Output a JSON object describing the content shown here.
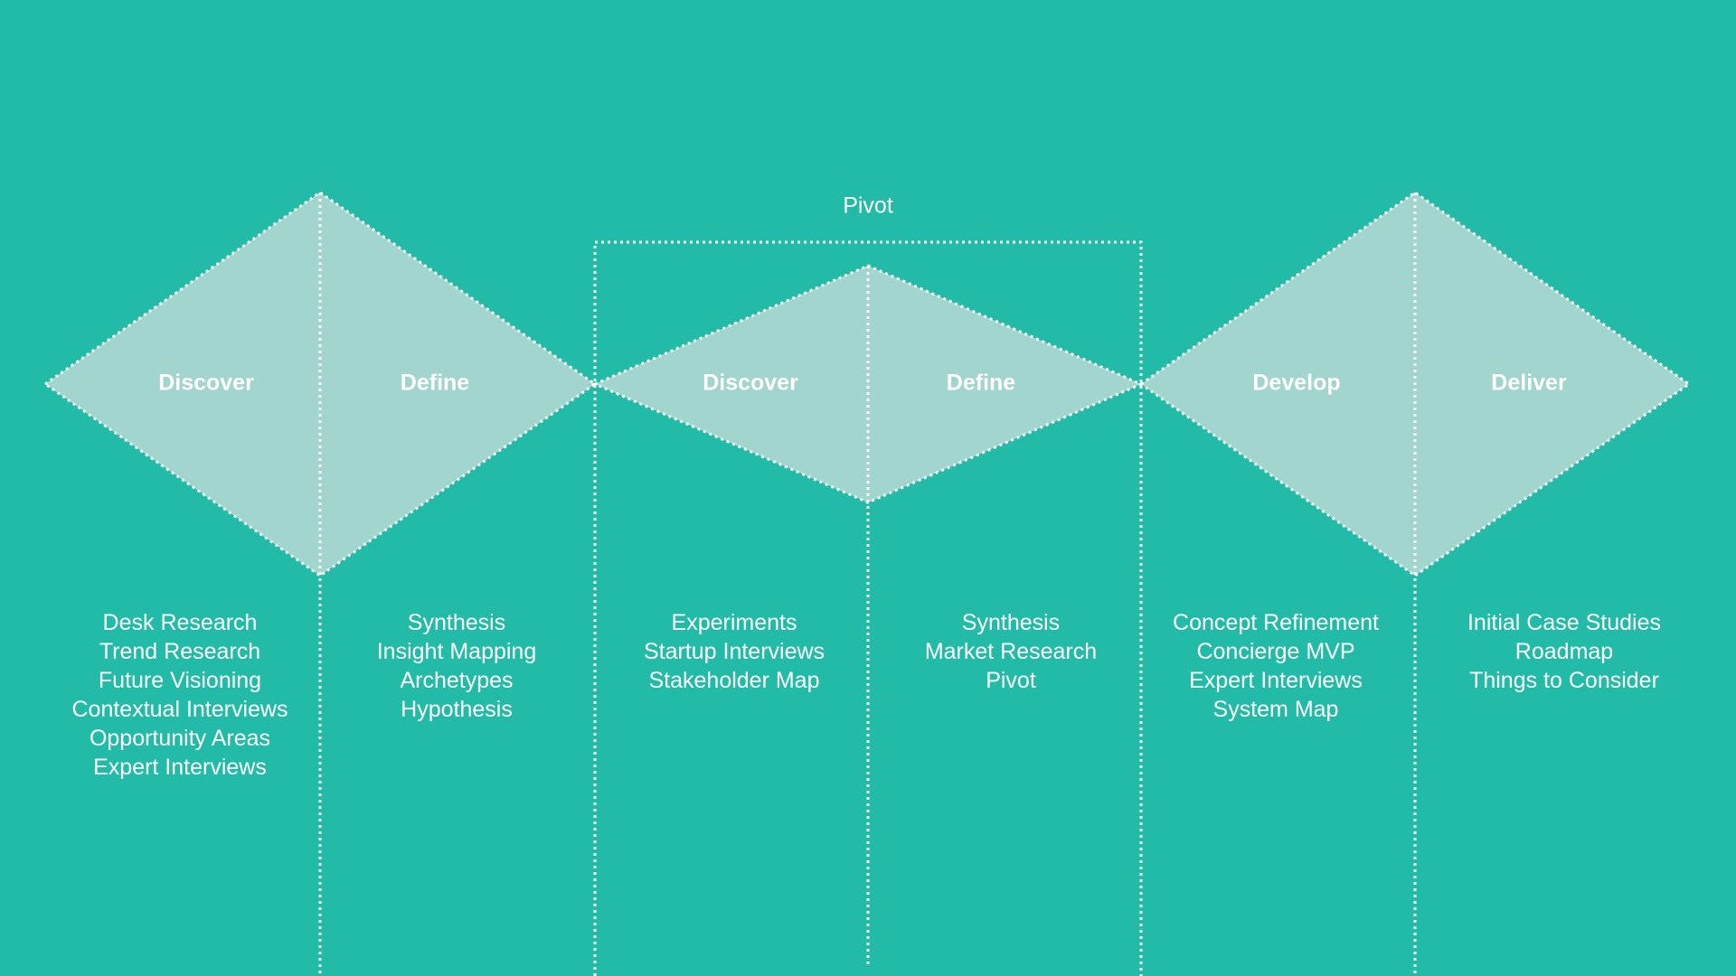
{
  "colors": {
    "background": "#22bba8",
    "diamond_fill": "#a2d5cd",
    "line": "#ffffff",
    "text": "#ffffff"
  },
  "pivot": {
    "label": "Pivot"
  },
  "diamonds": [
    {
      "left_label": "Discover",
      "right_label": "Define",
      "left_activities": [
        "Desk Research",
        "Trend Research",
        "Future Visioning",
        "Contextual Interviews",
        "Opportunity Areas",
        "Expert Interviews"
      ],
      "right_activities": [
        "Synthesis",
        "Insight Mapping",
        "Archetypes",
        "Hypothesis"
      ]
    },
    {
      "left_label": "Discover",
      "right_label": "Define",
      "left_activities": [
        "Experiments",
        "Startup Interviews",
        "Stakeholder Map"
      ],
      "right_activities": [
        "Synthesis",
        "Market Research",
        "Pivot"
      ]
    },
    {
      "left_label": "Develop",
      "right_label": "Deliver",
      "left_activities": [
        "Concept Refinement",
        "Concierge MVP",
        "Expert Interviews",
        "System Map"
      ],
      "right_activities": [
        "Initial Case Studies",
        "Roadmap",
        "Things to Consider"
      ]
    }
  ]
}
